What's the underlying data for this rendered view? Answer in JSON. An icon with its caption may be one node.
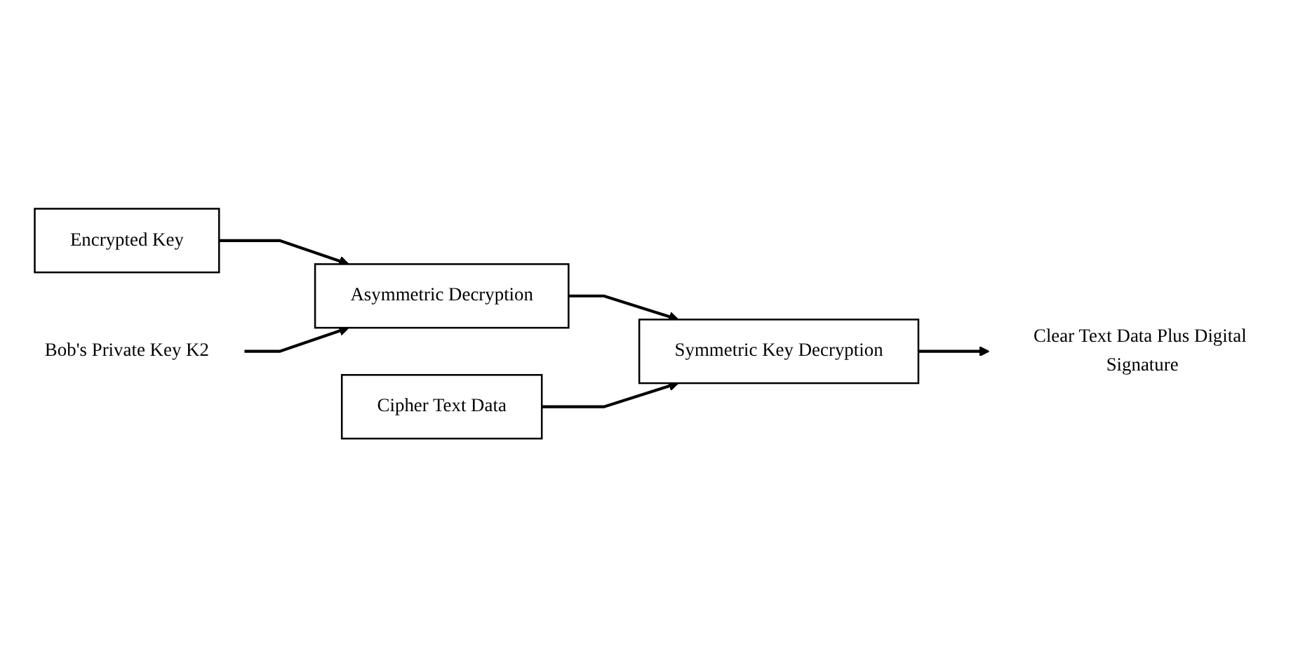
{
  "diagram": {
    "nodes": [
      {
        "text": [
          "Encrypted Key"
        ]
      },
      {
        "text": [
          "Cipher Text Data"
        ]
      },
      {
        "text": [
          "Asymmetric Decryption"
        ]
      },
      {
        "text": [
          "Symmetric Key Decryption"
        ]
      },
      {
        "text": [
          "Bob's Private Key K2"
        ]
      },
      {
        "text": [
          "Clear Text Data Plus Digital Signature"
        ]
      }
    ],
    "edges": [
      {
        "from": 0,
        "to": 2,
        "arrow": "to"
      },
      {
        "from": 4,
        "to": 2,
        "arrow": "to"
      },
      {
        "from": 2,
        "to": 3,
        "arrow": "to"
      },
      {
        "from": 1,
        "to": 3,
        "arrow": "to"
      },
      {
        "from": 3,
        "to": 5,
        "arrow": "to"
      }
    ]
  }
}
